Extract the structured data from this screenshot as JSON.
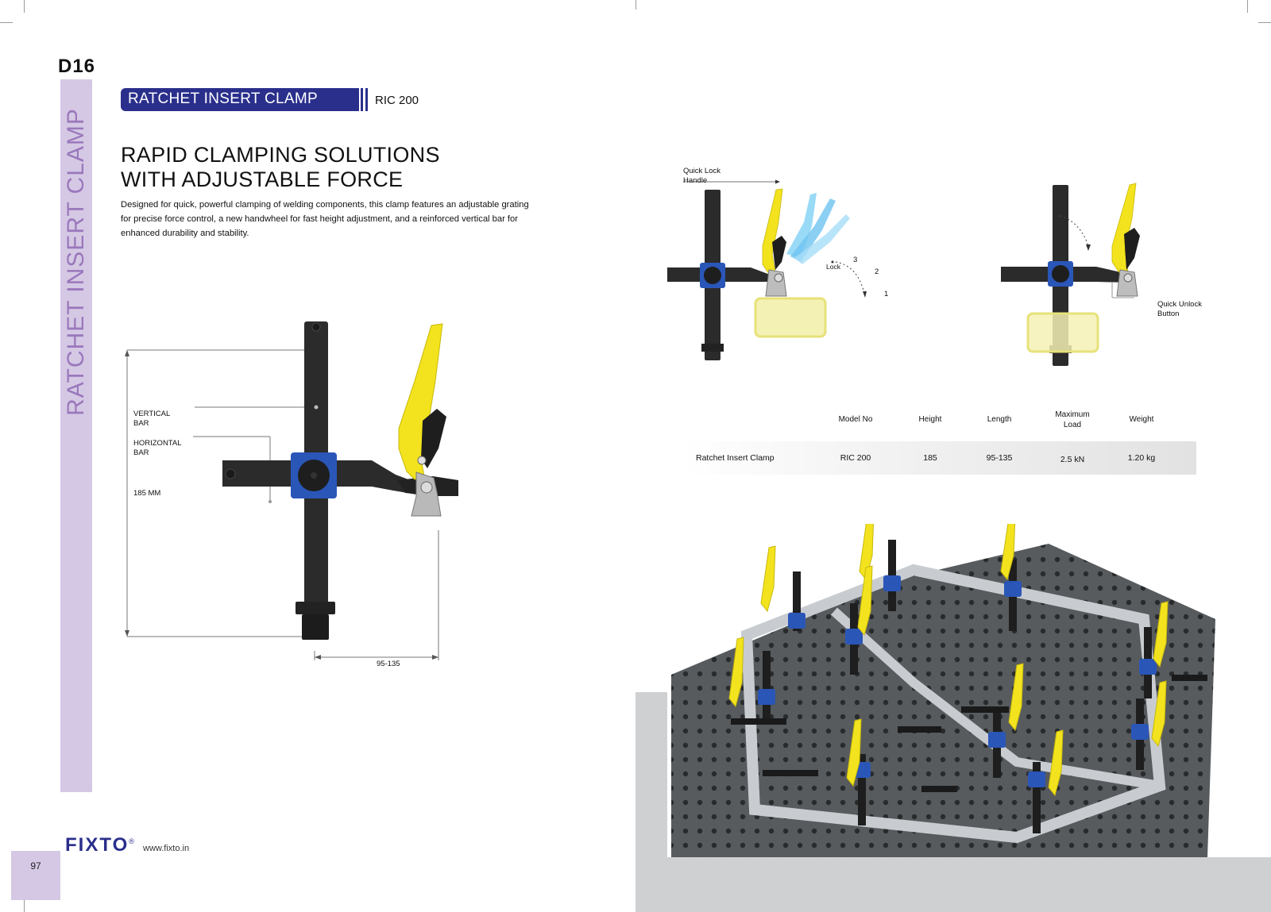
{
  "page": {
    "code": "D16",
    "side_title": "RATCHET INSERT CLAMP",
    "page_number": "97"
  },
  "header": {
    "title": "RATCHET INSERT CLAMP",
    "model": "RIC 200"
  },
  "intro": {
    "headline_line1": "RAPID CLAMPING SOLUTIONS",
    "headline_line2": "WITH ADJUSTABLE FORCE",
    "description": "Designed for quick, powerful clamping of welding components, this clamp features an adjustable grating for precise force control, a new handwheel for fast height adjustment, and a reinforced vertical bar for enhanced durability and stability."
  },
  "diagram": {
    "vertical_bar_label": [
      "VERTICAL",
      "BAR"
    ],
    "horizontal_bar_label": [
      "HORIZONTAL",
      "BAR"
    ],
    "height_label": "185 MM",
    "length_label": "95-135"
  },
  "operation": {
    "quick_lock_label": [
      "Quick Lock",
      "Handle"
    ],
    "lock_label": "Lock",
    "steps": [
      "3",
      "2",
      "1"
    ],
    "quick_unlock_label": [
      "Quick Unlock",
      "Button"
    ]
  },
  "spec_table": {
    "headers": [
      {
        "line1": "Model No",
        "line2": ""
      },
      {
        "line1": "Height",
        "line2": ""
      },
      {
        "line1": "Length",
        "line2": ""
      },
      {
        "line1": "Maximum",
        "line2": "Load"
      },
      {
        "line1": "Weight",
        "line2": ""
      }
    ],
    "row": {
      "name": "Ratchet Insert Clamp",
      "cells": [
        "RIC 200",
        "185",
        "95-135",
        "2.5 kN",
        "1.20 kg"
      ]
    }
  },
  "footer": {
    "brand": "FIXTO",
    "registered": "®",
    "website": "www.fixto.in"
  },
  "colors": {
    "brand_navy": "#2a2f8c",
    "sidebar_lavender": "#d5c8e4",
    "side_text_purple": "#9a78bc",
    "handle_yellow": "#f2e31e",
    "collar_blue": "#2a56b8",
    "bar_dark": "#2b2b2b"
  }
}
